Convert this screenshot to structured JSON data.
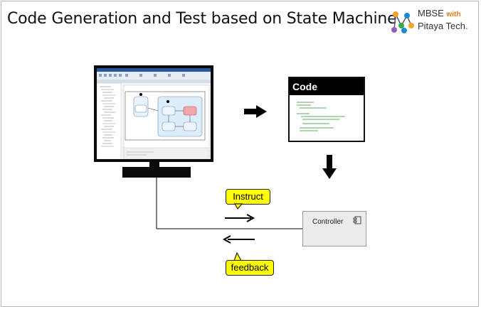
{
  "title": "Code Generation and Test based on State Machine",
  "logo": {
    "brand": "MBSE",
    "connector": "with",
    "company": "Pitaya Tech."
  },
  "code_panel": {
    "header": "Code"
  },
  "callouts": {
    "instruct": "Instruct",
    "feedback": "feedback"
  },
  "controller": {
    "label": "Controller"
  },
  "colors": {
    "callout_fill": "#ffff00",
    "logo_accent": "#e07b1a",
    "state_highlight": "#f4a6a6",
    "region_fill": "#dcecfb",
    "code_text": "#2e8b2e"
  },
  "icons": [
    "mbse-network-logo-icon",
    "right-arrow-icon",
    "down-arrow-icon",
    "component-icon"
  ]
}
